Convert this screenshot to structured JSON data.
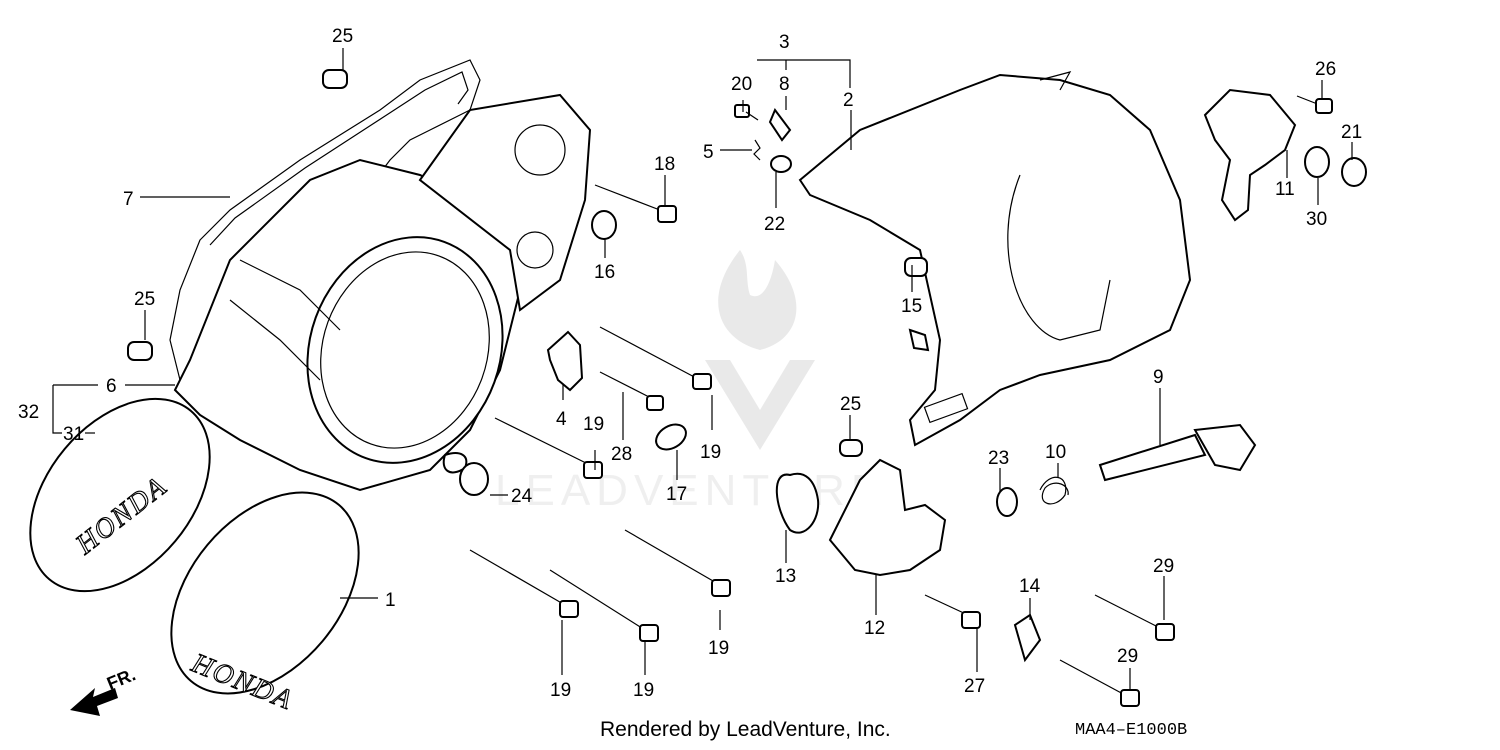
{
  "diagram": {
    "callouts": [
      "1",
      "2",
      "3",
      "4",
      "5",
      "6",
      "7",
      "8",
      "9",
      "10",
      "11",
      "12",
      "13",
      "14",
      "15",
      "16",
      "17",
      "18",
      "19",
      "20",
      "21",
      "22",
      "23",
      "24",
      "25",
      "26",
      "27",
      "28",
      "29",
      "30",
      "31",
      "32"
    ],
    "callout_labels": {
      "c1": "1",
      "c2": "2",
      "c3": "3",
      "c4": "4",
      "c5": "5",
      "c6": "6",
      "c7": "7",
      "c8": "8",
      "c9": "9",
      "c10": "10",
      "c11": "11",
      "c12": "12",
      "c13": "13",
      "c14": "14",
      "c15": "15",
      "c16": "16",
      "c17": "17",
      "c18": "18",
      "c19": "19",
      "c20": "20",
      "c21": "21",
      "c22": "22",
      "c23": "23",
      "c24": "24",
      "c25": "25",
      "c26": "26",
      "c27": "27",
      "c28": "28",
      "c29": "29",
      "c30": "30",
      "c31": "31",
      "c32": "32"
    },
    "cover_logo_text": "HONDA",
    "front_indicator": "FR.",
    "watermark_text": "LEADVENTURE",
    "footer_credit": "Rendered by LeadVenture, Inc.",
    "diagram_code": "MAA4–E1000B"
  }
}
